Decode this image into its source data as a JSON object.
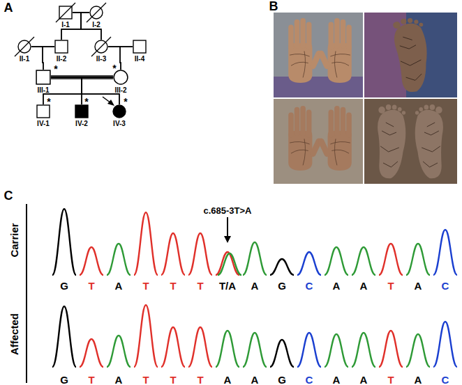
{
  "diagram": {
    "nodes": [
      {
        "text": [
          "I-1"
        ]
      },
      {
        "text": [
          "I-2"
        ]
      },
      {
        "text": [
          "II-1"
        ]
      },
      {
        "text": [
          "II-2"
        ]
      },
      {
        "text": [
          "II-3"
        ]
      },
      {
        "text": [
          "II-4"
        ]
      },
      {
        "text": [
          "III-1"
        ]
      },
      {
        "text": [
          "III-2"
        ]
      },
      {
        "text": [
          "IV-1"
        ]
      },
      {
        "text": [
          "IV-2"
        ]
      },
      {
        "text": [
          "IV-3"
        ]
      }
    ],
    "edges": [
      {
        "from": 0,
        "to": 1,
        "arrow": "none"
      },
      {
        "from": 0,
        "to": 3,
        "arrow": "none"
      },
      {
        "from": 0,
        "to": 4,
        "arrow": "none"
      },
      {
        "from": 1,
        "to": 3,
        "arrow": "none"
      },
      {
        "from": 1,
        "to": 4,
        "arrow": "none"
      },
      {
        "from": 2,
        "to": 3,
        "arrow": "none"
      },
      {
        "from": 2,
        "to": 6,
        "arrow": "none"
      },
      {
        "from": 3,
        "to": 6,
        "arrow": "none"
      },
      {
        "from": 4,
        "to": 5,
        "arrow": "none"
      },
      {
        "from": 4,
        "to": 7,
        "arrow": "none"
      },
      {
        "from": 5,
        "to": 7,
        "arrow": "none"
      },
      {
        "from": 6,
        "to": 7,
        "arrow": "none"
      },
      {
        "from": 6,
        "to": 8,
        "arrow": "none"
      },
      {
        "from": 6,
        "to": 9,
        "arrow": "none"
      },
      {
        "from": 6,
        "to": 10,
        "arrow": "none"
      },
      {
        "from": 7,
        "to": 8,
        "arrow": "none"
      },
      {
        "from": 7,
        "to": 9,
        "arrow": "none"
      },
      {
        "from": 7,
        "to": 10,
        "arrow": "none"
      }
    ],
    "labels": [
      "A",
      "B",
      "C",
      "*",
      "*",
      "*",
      "*",
      "*",
      "c.685-3T>A",
      "Carrier",
      "Affected",
      "G",
      "T",
      "A",
      "T",
      "T",
      "T",
      "T/A",
      "A",
      "G",
      "C",
      "A",
      "A",
      "T",
      "A",
      "C",
      "G",
      "T",
      "A",
      "T",
      "T",
      "T",
      "A",
      "A",
      "G",
      "C",
      "A",
      "A",
      "T",
      "A",
      "C"
    ]
  }
}
